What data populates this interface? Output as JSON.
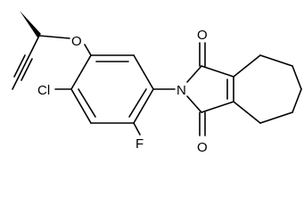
{
  "atoms": {
    "oxygen_ether": "O",
    "chlorine": "Cl",
    "fluorine": "F",
    "nitrogen_imide": "N",
    "oxygen_carbonyl_top": "O",
    "oxygen_carbonyl_bottom": "O"
  },
  "colors": {
    "bond": "#000000",
    "label": "#000000",
    "background": "#ffffff"
  }
}
